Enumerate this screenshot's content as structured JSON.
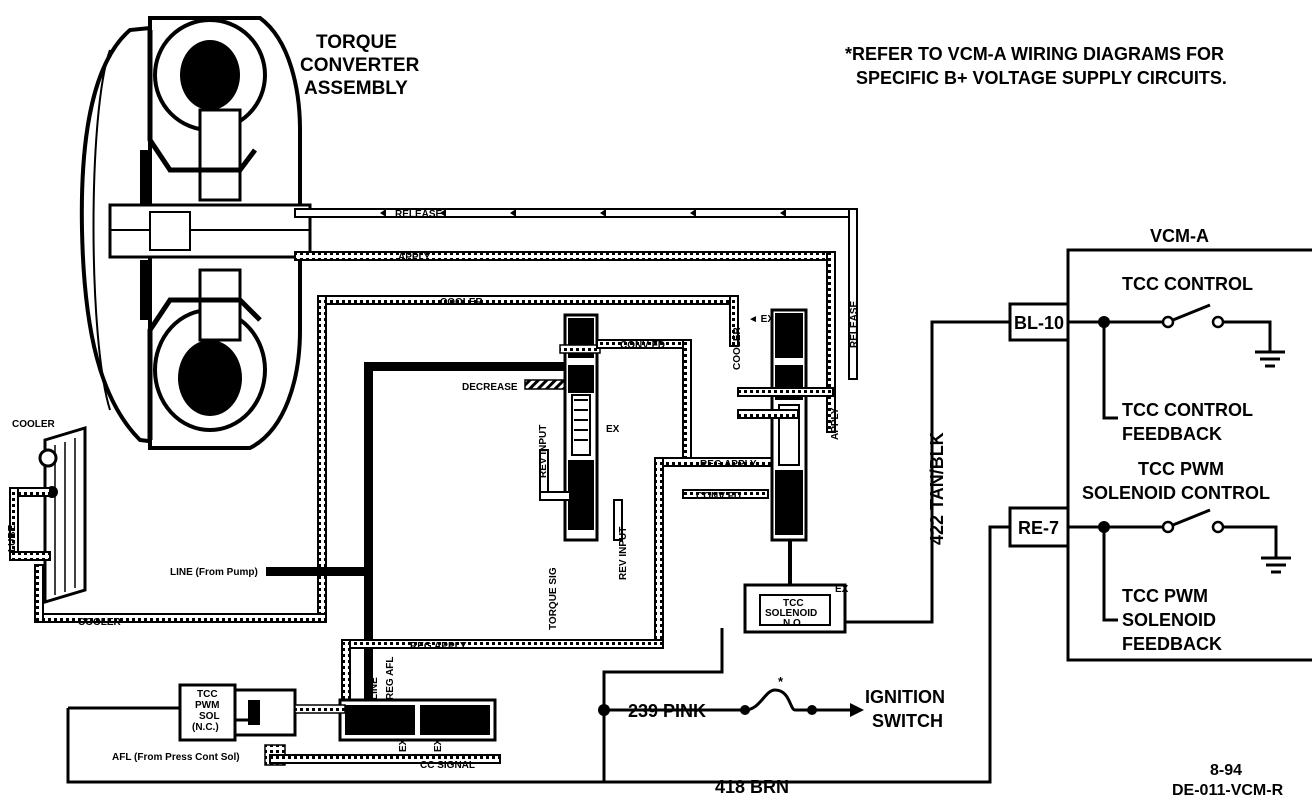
{
  "title": {
    "line1": "TORQUE",
    "line2": "CONVERTER",
    "line3": "ASSEMBLY"
  },
  "note": {
    "line1": "*REFER TO VCM-A WIRING DIAGRAMS FOR",
    "line2": "SPECIFIC B+ VOLTAGE SUPPLY CIRCUITS."
  },
  "hydraulic": {
    "release": "RELEASE",
    "apply": "APPLY",
    "cooler": "COOLER",
    "cooler_label": "COOLER",
    "lube": "LUBE",
    "line": "LINE",
    "line_from_pump": "LINE (From Pump)",
    "decrease": "DECREASE",
    "conv_fd": "CONV FD",
    "ex": "EX",
    "ex_arrow": "◄ EX",
    "rev_input": "REV INPUT",
    "torque_sig": "TORQUE SIG",
    "reg_apply": "REG APPLY",
    "cc_signal": "CC SIGNAL",
    "afl": "AFL (From Press Cont Sol)",
    "reg_afl": "REG AFL",
    "tcc_solenoid_1": "TCC",
    "tcc_solenoid_2": "SOLENOID",
    "tcc_solenoid_3": "N.O.",
    "pwm_sol_1": "TCC",
    "pwm_sol_2": "PWM",
    "pwm_sol_3": "SOL",
    "pwm_sol_4": "(N.C.)"
  },
  "electrical": {
    "vcm": "VCM-A",
    "bl10": "BL-10",
    "re7": "RE-7",
    "tcc_control": "TCC CONTROL",
    "tcc_control_fb_1": "TCC CONTROL",
    "tcc_control_fb_2": "FEEDBACK",
    "pwm_control_1": "TCC PWM",
    "pwm_control_2": "SOLENOID CONTROL",
    "pwm_fb_1": "TCC PWM",
    "pwm_fb_2": "SOLENOID",
    "pwm_fb_3": "FEEDBACK",
    "wire_422": "422 TAN/BLK",
    "wire_239": "239 PINK",
    "wire_418": "418 BRN",
    "fuse_mark": "*",
    "ignition_1": "IGNITION",
    "ignition_2": "SWITCH"
  },
  "footer": {
    "date": "8-94",
    "code": "DE-011-VCM-R"
  }
}
